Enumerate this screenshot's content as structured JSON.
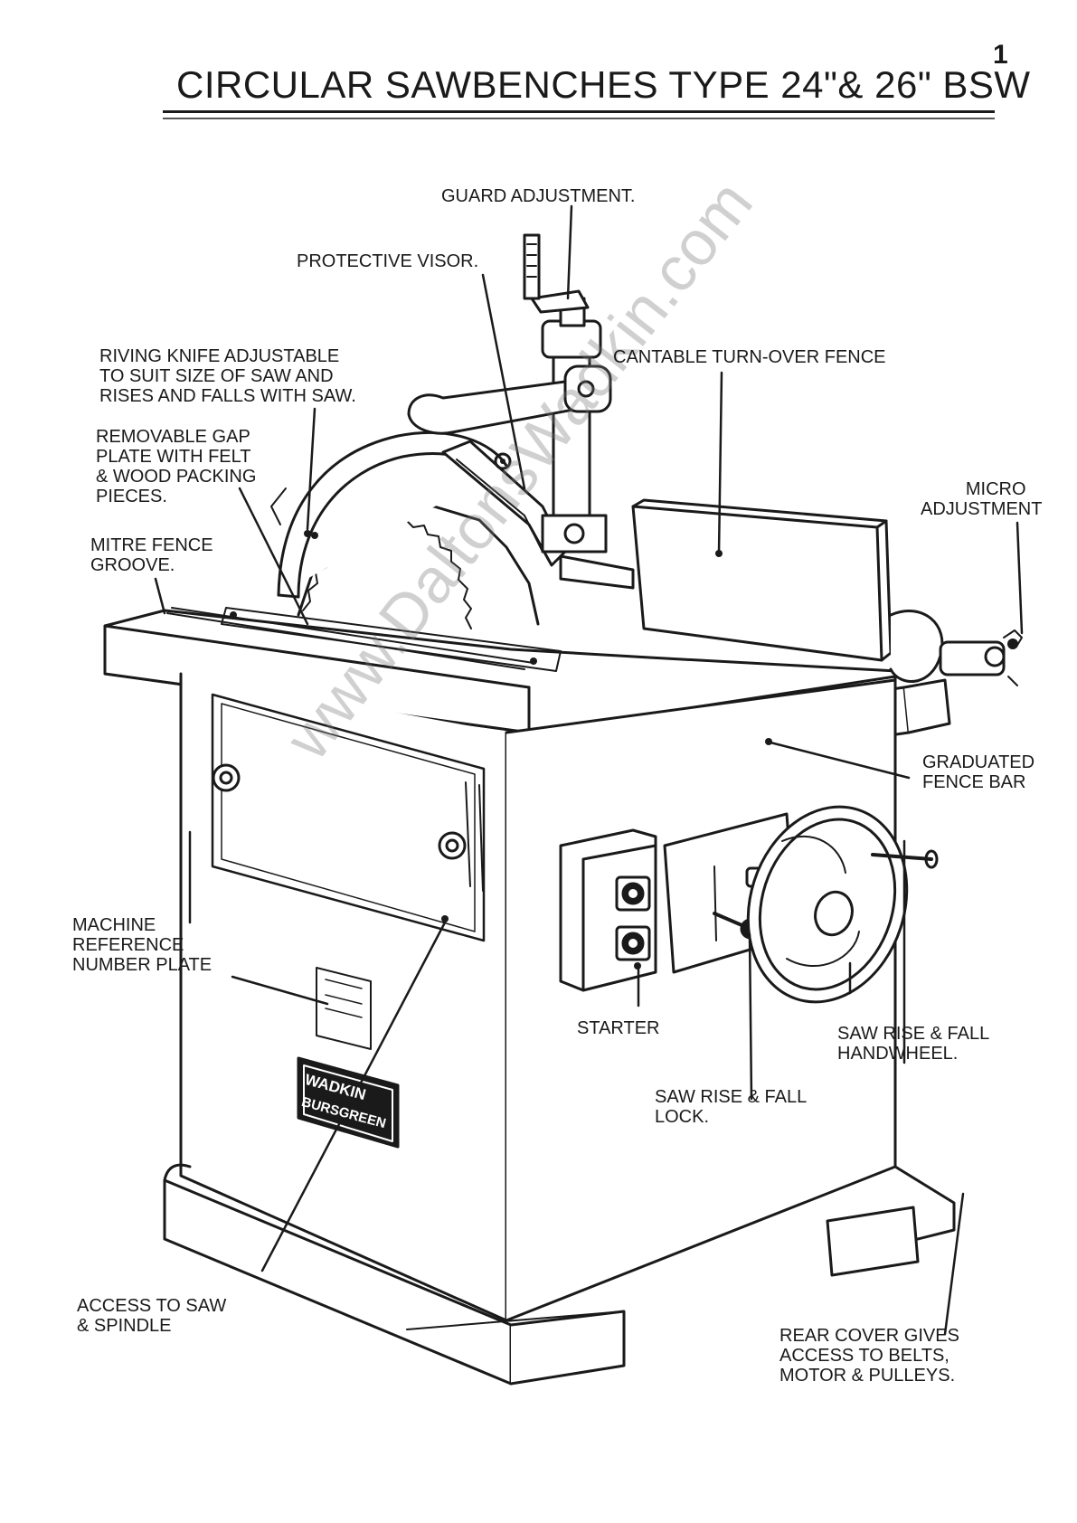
{
  "page": {
    "number": "1"
  },
  "title": "CIRCULAR SAWBENCHES TYPE 24\"& 26\" BSW",
  "watermark": "www.DaltonsWadkin.com",
  "logo": {
    "line1": "WADKIN",
    "line2": "BURSGREEN"
  },
  "labels": {
    "guard_adjustment": "GUARD ADJUSTMENT.",
    "protective_visor": "PROTECTIVE VISOR.",
    "riving_knife": [
      "RIVING KNIFE ADJUSTABLE",
      "TO SUIT SIZE OF SAW AND",
      "RISES AND FALLS WITH SAW."
    ],
    "cantable_fence": "CANTABLE TURN-OVER FENCE",
    "gap_plate": [
      "REMOVABLE GAP",
      "PLATE WITH FELT",
      "& WOOD PACKING",
      "PIECES."
    ],
    "micro_adjustment": [
      "MICRO",
      "ADJUSTMENT"
    ],
    "mitre_fence": [
      "MITRE FENCE",
      "GROOVE."
    ],
    "graduated_fence": [
      "GRADUATED",
      "FENCE BAR"
    ],
    "machine_ref": [
      "MACHINE",
      "REFERENCE",
      "NUMBER PLATE"
    ],
    "starter": "STARTER",
    "rise_fall_handwheel": [
      "SAW RISE & FALL",
      "HANDWHEEL."
    ],
    "rise_fall_lock": [
      "SAW RISE & FALL",
      "LOCK."
    ],
    "access_saw": [
      "ACCESS TO SAW",
      "& SPINDLE"
    ],
    "rear_cover": [
      "REAR COVER GIVES",
      "ACCESS TO BELTS,",
      "MOTOR & PULLEYS."
    ]
  }
}
